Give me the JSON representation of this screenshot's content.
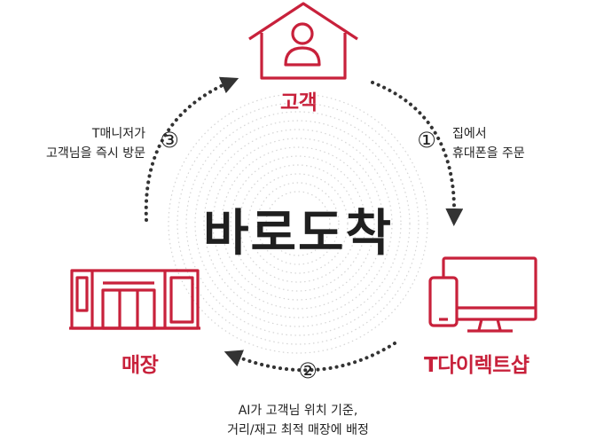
{
  "colors": {
    "accent": "#c8213b",
    "arrow": "#333333",
    "text": "#222222",
    "rings": "#cfcfcf"
  },
  "center": {
    "title": "바로도착"
  },
  "nodes": {
    "customer": {
      "label": "고객",
      "icon": "house-person-icon"
    },
    "tdirect": {
      "label": "T다이렉트샵",
      "icon": "monitor-phone-icon"
    },
    "store": {
      "label": "매장",
      "icon": "storefront-icon"
    }
  },
  "steps": [
    {
      "number": "①",
      "lines": [
        "집에서",
        "휴대폰을 주문"
      ]
    },
    {
      "number": "②",
      "lines": [
        "AI가 고객님 위치 기준,",
        "거리/재고 최적 매장에 배정"
      ]
    },
    {
      "number": "③",
      "lines": [
        "T매니저가",
        "고객님을 즉시 방문"
      ]
    }
  ]
}
